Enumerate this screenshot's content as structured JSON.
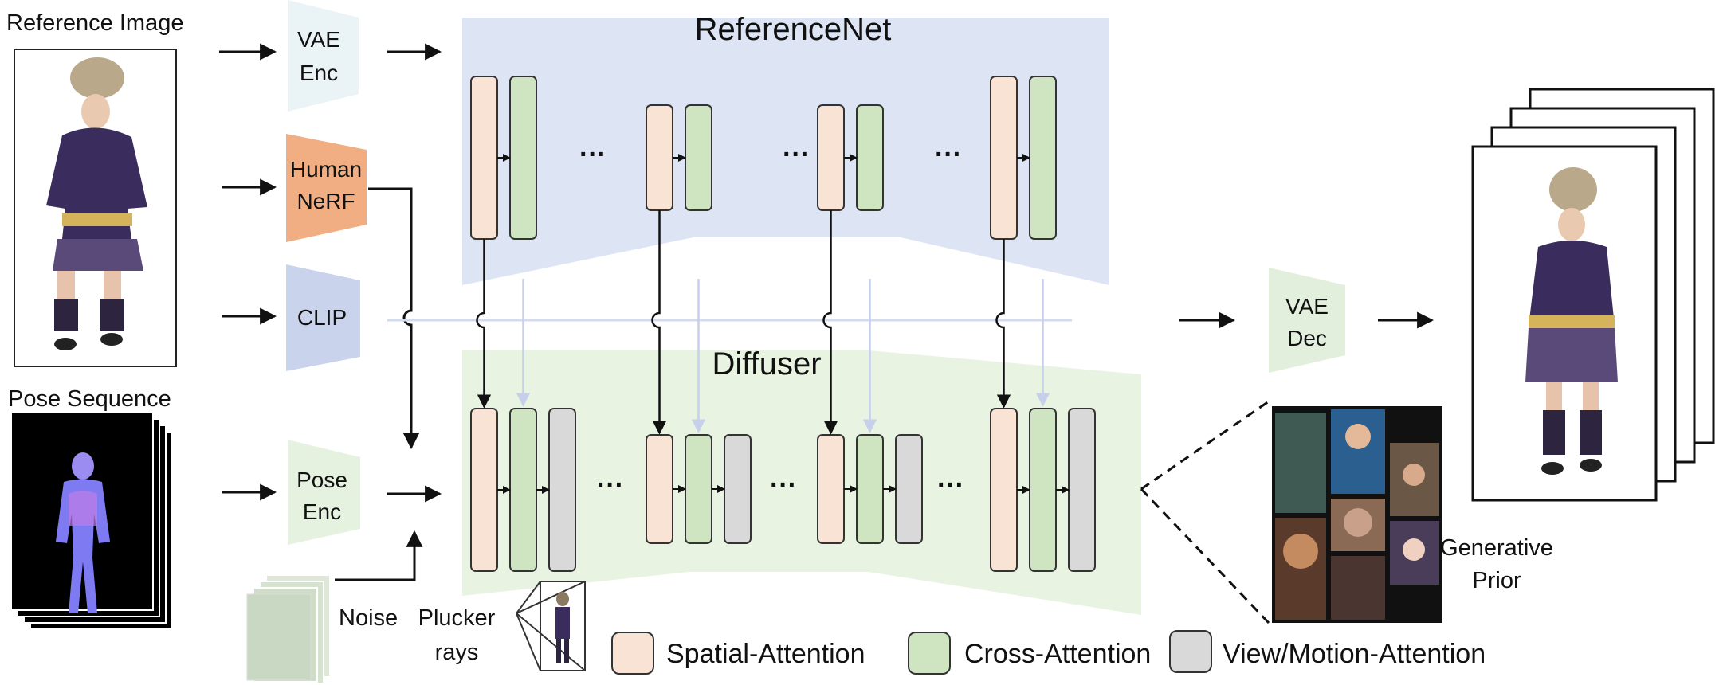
{
  "inputs": {
    "reference_image_label": "Reference Image",
    "pose_sequence_label": "Pose Sequence",
    "noise_label": "Noise",
    "plucker_label_line1": "Plucker",
    "plucker_label_line2": "rays"
  },
  "modules": {
    "vae_enc": [
      "VAE",
      "Enc"
    ],
    "human_nerf": [
      "Human",
      "NeRF"
    ],
    "clip": [
      "CLIP"
    ],
    "pose_enc": [
      "Pose",
      "Enc"
    ],
    "vae_dec": [
      "VAE",
      "Dec"
    ]
  },
  "networks": {
    "referencenet_label": "ReferenceNet",
    "diffuser_label": "Diffuser",
    "ellipsis": "···"
  },
  "outputs": {
    "generative_prior_line1": "Generative",
    "generative_prior_line2": "Prior"
  },
  "legend": {
    "spatial": "Spatial-Attention",
    "cross": "Cross-Attention",
    "view_motion": "View/Motion-Attention"
  },
  "colors": {
    "referencenet_bg": "#dde4f3",
    "diffuser_bg": "#e8f3e2",
    "spatial": "#f9e3d5",
    "cross": "#cfe5c1",
    "view_motion": "#d9d9d9",
    "vae_enc": "#eaf3f6",
    "human_nerf": "#f1ae82",
    "clip": "#c9d4ec",
    "pose_enc": "#e6f2e0",
    "vae_dec": "#e2efdc"
  }
}
